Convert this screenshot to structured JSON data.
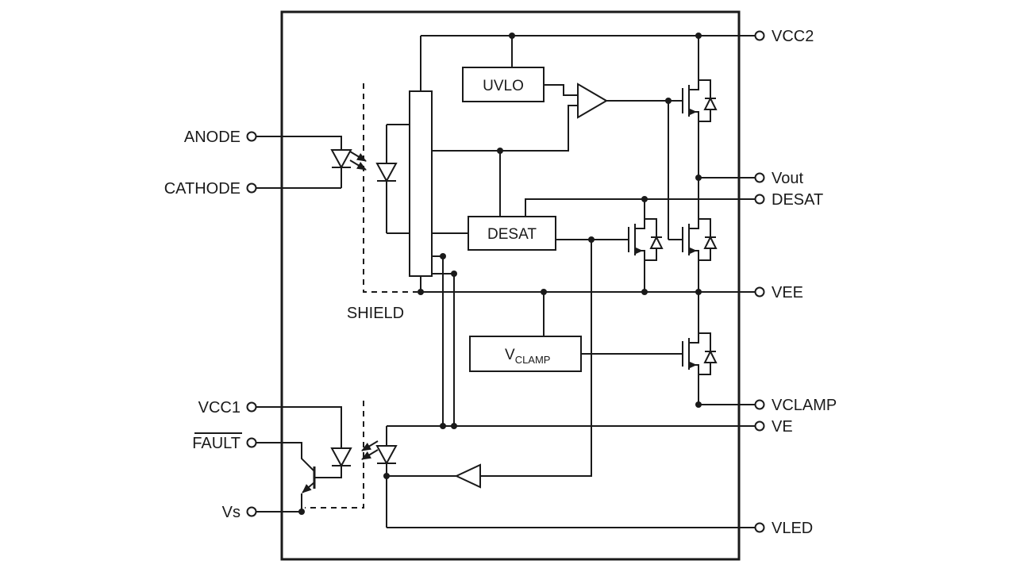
{
  "diagram": {
    "type": "functional-block-diagram",
    "colors": {
      "line": "#1a1a1a",
      "background": "#ffffff",
      "block_fill": "#ffffff"
    },
    "pins": {
      "left": [
        {
          "label": "ANODE",
          "overline": false
        },
        {
          "label": "CATHODE",
          "overline": false
        },
        {
          "label": "VCC1",
          "overline": false
        },
        {
          "label": "FAULT",
          "overline": true
        },
        {
          "label": "Vs",
          "overline": false
        }
      ],
      "right": [
        {
          "label": "VCC2"
        },
        {
          "label": "Vout"
        },
        {
          "label": "DESAT"
        },
        {
          "label": "VEE"
        },
        {
          "label": "VCLAMP"
        },
        {
          "label": "VE"
        },
        {
          "label": "VLED"
        }
      ]
    },
    "blocks": {
      "uvlo": {
        "label": "UVLO"
      },
      "desat": {
        "label": "DESAT"
      },
      "vclamp": {
        "label_main": "V",
        "label_sub": "CLAMP"
      }
    },
    "labels": {
      "shield": "SHIELD"
    }
  }
}
